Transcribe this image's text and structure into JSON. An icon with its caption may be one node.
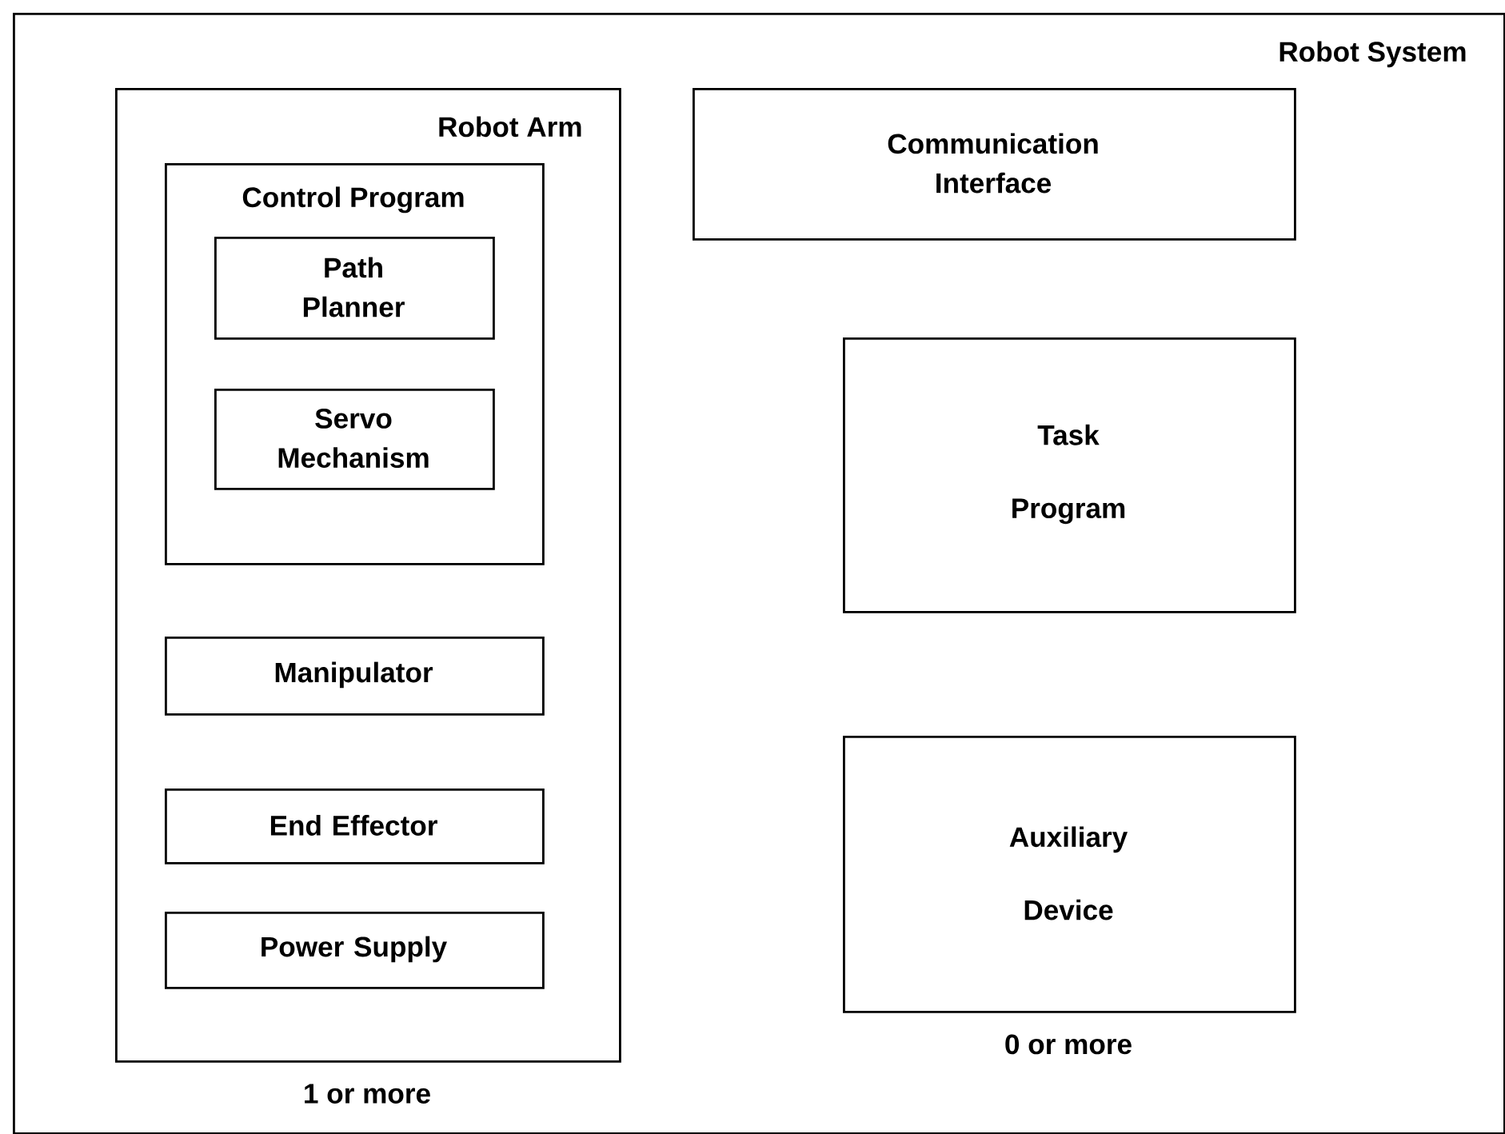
{
  "diagram": {
    "nodes": [
      {
        "text": [
          "Robot System"
        ]
      },
      {
        "text": [
          "Robot Arm"
        ],
        "in": 0,
        "beside": [
          "1 or more"
        ]
      },
      {
        "text": [
          "Control Program"
        ],
        "in": 1
      },
      {
        "text": [
          "Path Planner"
        ],
        "in": 2
      },
      {
        "text": [
          "Servo Mechanism"
        ],
        "in": 2
      },
      {
        "text": [
          "Manipulator"
        ],
        "in": 1
      },
      {
        "text": [
          "End Effector"
        ],
        "in": 1
      },
      {
        "text": [
          "Power Supply"
        ],
        "in": 1
      },
      {
        "text": [
          "Communication Interface"
        ],
        "in": 0
      },
      {
        "text": [
          "Task Program"
        ],
        "in": 0
      },
      {
        "text": [
          "Auxiliary Device"
        ],
        "in": 0,
        "beside": [
          "0 or more"
        ]
      }
    ]
  }
}
